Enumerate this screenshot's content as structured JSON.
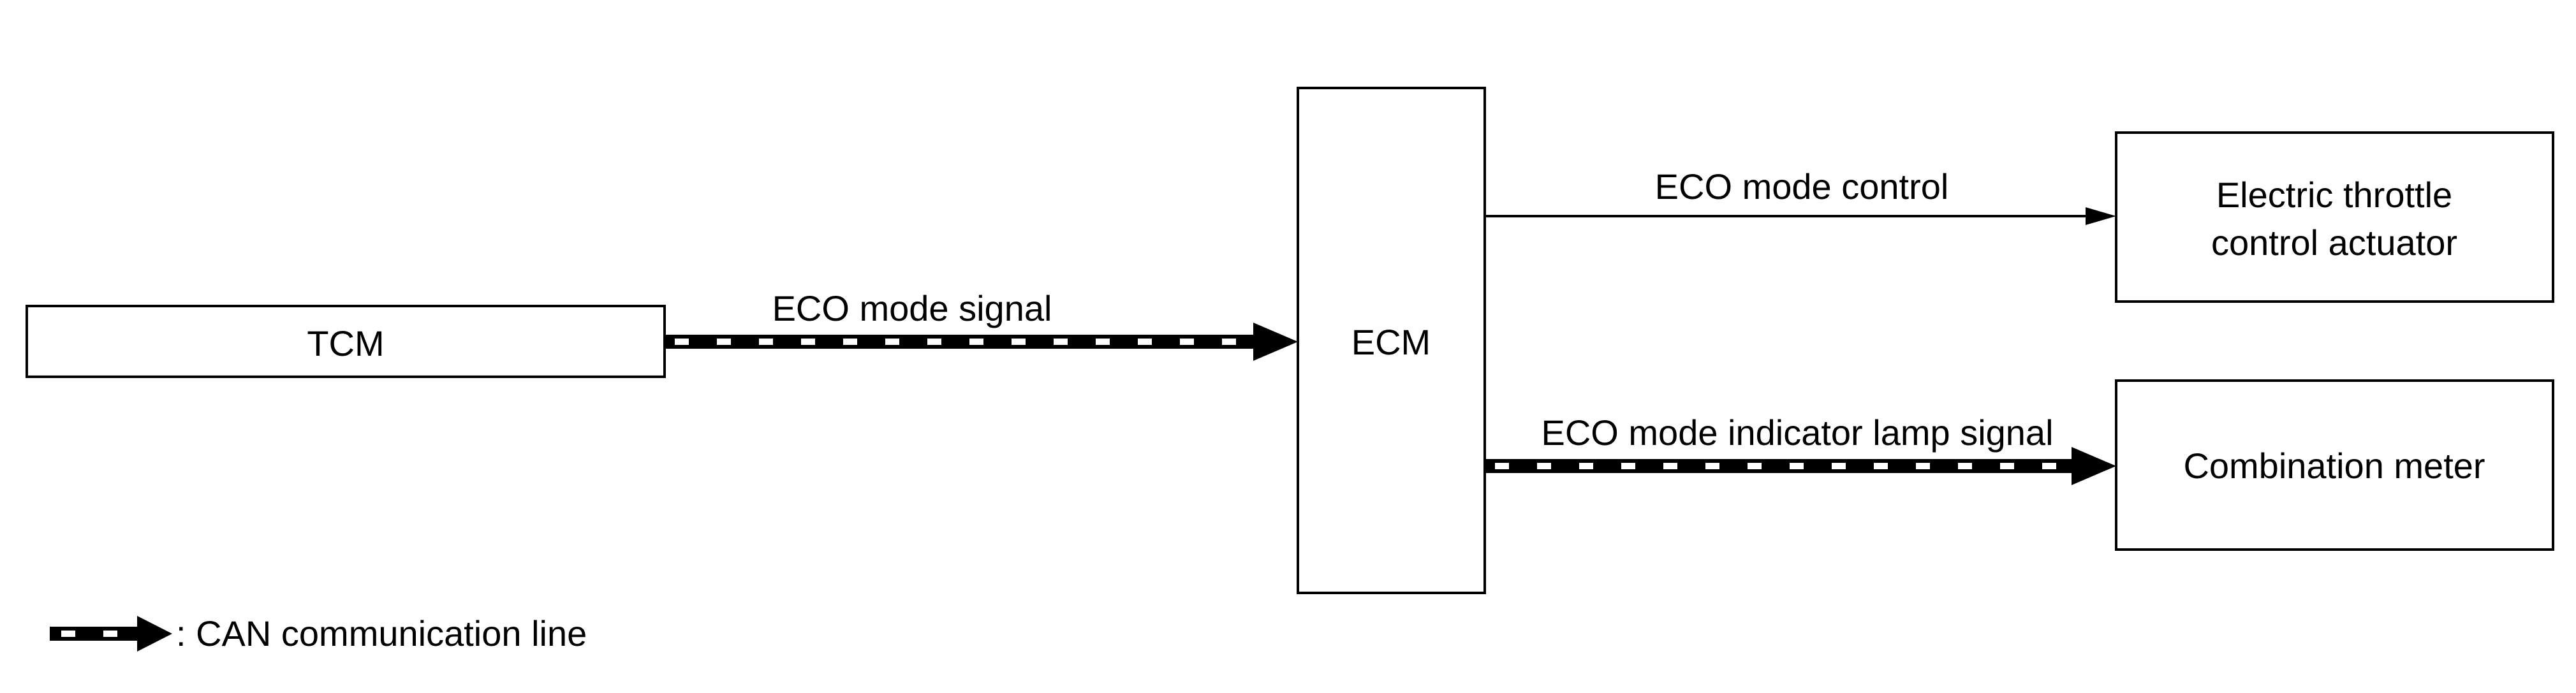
{
  "nodes": {
    "tcm": "TCM",
    "ecm": "ECM",
    "etca": [
      "Electric throttle",
      "control actuator"
    ],
    "meter": "Combination meter"
  },
  "edges": {
    "eco_mode_signal": "ECO mode signal",
    "eco_mode_control": "ECO mode control",
    "indicator_lamp_signal": "ECO mode indicator lamp signal"
  },
  "legend": {
    "can_line": ": CAN communication line"
  },
  "colors": {
    "line": "#000000",
    "background": "#ffffff"
  }
}
